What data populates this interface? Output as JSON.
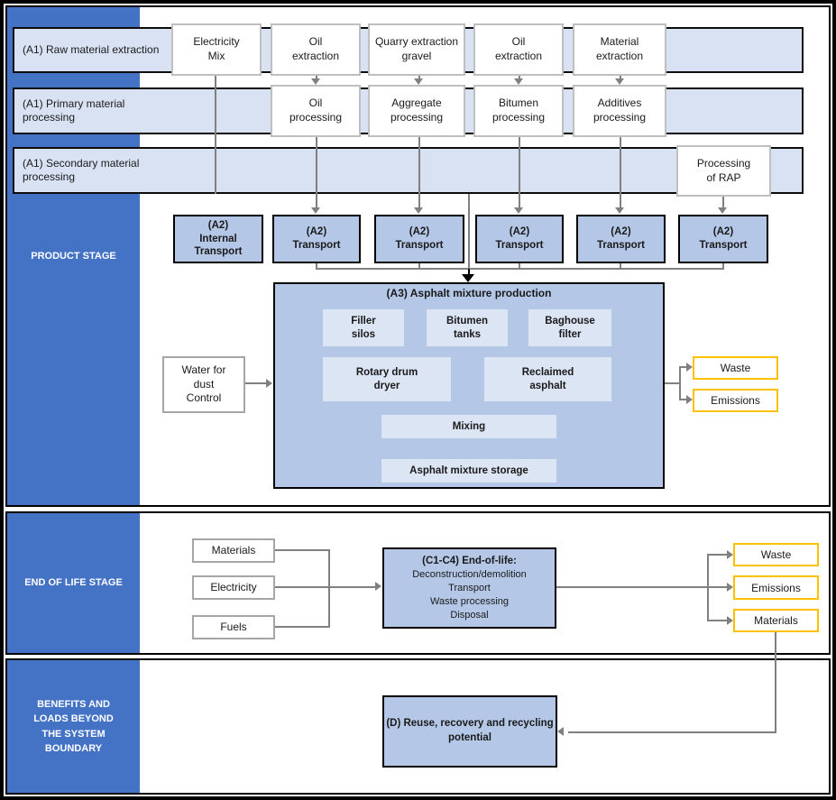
{
  "colors": {
    "sidebar_blue": "#4472C4",
    "band_light_blue": "#D9E2F3",
    "process_box_blue": "#B4C7E7",
    "inner_unit_blue": "#DCE5F3",
    "output_border_yellow": "#FFC000",
    "connector_gray": "#808080"
  },
  "product_stage": {
    "sidebar_label": "PRODUCT STAGE",
    "bands": [
      {
        "label": "(A1) Raw material extraction"
      },
      {
        "label": "(A1) Primary material processing"
      },
      {
        "label": "(A1) Secondary material processing"
      }
    ],
    "raw_materials": [
      "Electricity\nMix",
      "Oil\nextraction",
      "Quarry extraction\ngravel",
      "Oil\nextraction",
      "Material\nextraction"
    ],
    "primary_processing": [
      "Oil\nprocessing",
      "Aggregate\nprocessing",
      "Bitumen\nprocessing",
      "Additives\nprocessing"
    ],
    "secondary_processing": "Processing\nof RAP",
    "transport": {
      "internal": "(A2)\nInternal\nTransport",
      "standard": "(A2)\nTransport"
    },
    "a3": {
      "title": "(A3) Asphalt mixture production",
      "units": [
        "Filler\nsilos",
        "Bitumen\ntanks",
        "Baghouse\nfilter",
        "Rotary drum\ndryer",
        "Reclaimed\nasphalt",
        "Mixing",
        "Asphalt mixture storage"
      ]
    },
    "water_input": "Water for\ndust\nControl",
    "outputs": [
      "Waste",
      "Emissions"
    ]
  },
  "end_of_life_stage": {
    "sidebar_label": "END OF LIFE STAGE",
    "inputs": [
      "Materials",
      "Electricity",
      "Fuels"
    ],
    "c1c4": {
      "title": "(C1-C4) End-of-life:",
      "processes": [
        "Deconstruction/demolition",
        "Transport",
        "Waste processing",
        "Disposal"
      ]
    },
    "outputs": [
      "Waste",
      "Emissions",
      "Materials"
    ]
  },
  "benefits_stage": {
    "sidebar_label": "BENEFITS AND\nLOADS BEYOND\nTHE SYSTEM\nBOUNDARY",
    "d_box": "(D) Reuse, recovery and recycling\npotential"
  }
}
